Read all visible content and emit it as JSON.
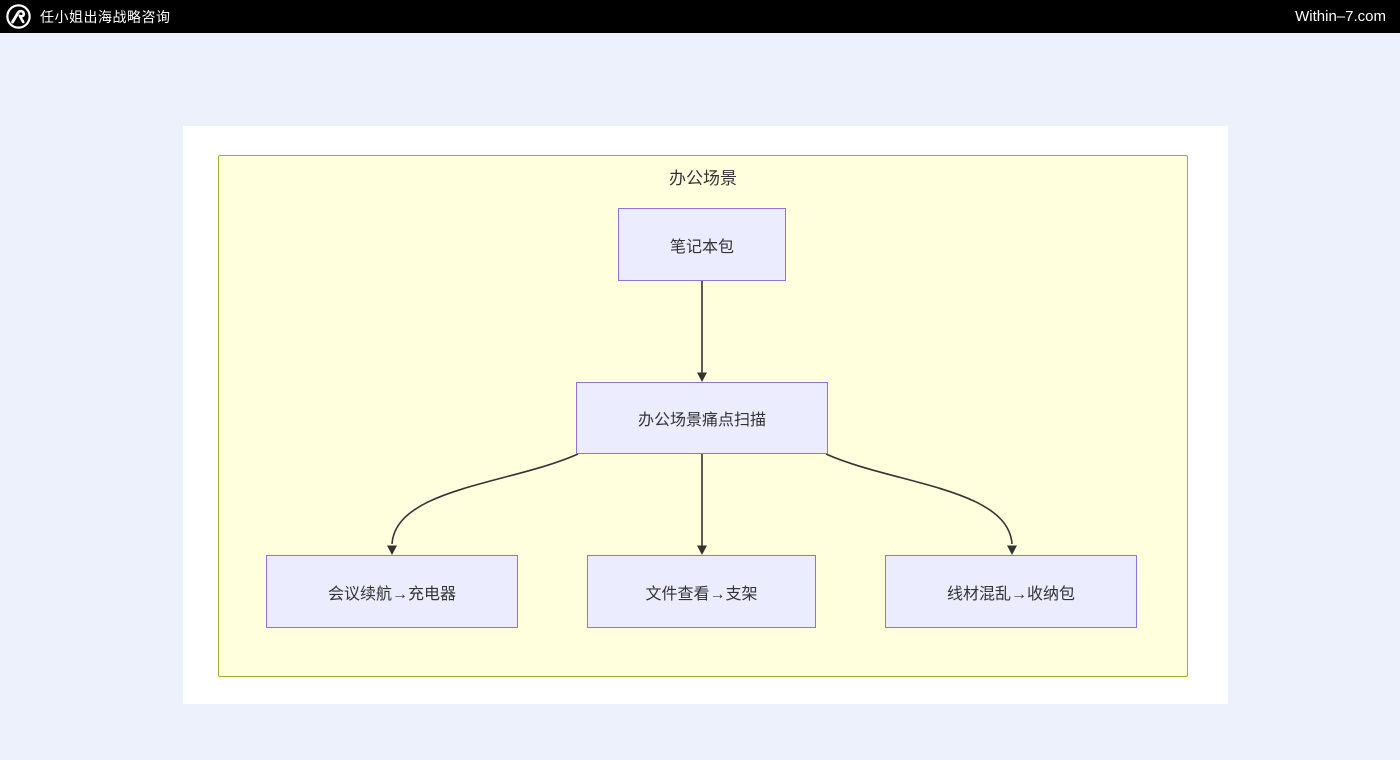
{
  "header": {
    "brand": "任小姐出海战略咨询",
    "domain": "Within–7.com",
    "logo_icon": "circle-peak-logo"
  },
  "diagram": {
    "container_label": "办公场景",
    "nodes": {
      "root": "笔记本包",
      "scan": "办公场景痛点扫描",
      "leaf1": "会议续航→充电器",
      "leaf2": "文件查看→支架",
      "leaf3": "线材混乱→收纳包"
    },
    "edges": [
      {
        "from": "笔记本包",
        "to": "办公场景痛点扫描"
      },
      {
        "from": "办公场景痛点扫描",
        "to": "会议续航→充电器"
      },
      {
        "from": "办公场景痛点扫描",
        "to": "文件查看→支架"
      },
      {
        "from": "办公场景痛点扫描",
        "to": "线材混乱→收纳包"
      }
    ],
    "colors": {
      "page_bg": "#EDF1FC",
      "card_bg": "#FFFFFF",
      "header_bg": "#000000",
      "subgraph_fill": "#FFFFDE",
      "subgraph_border": "#AAAA33",
      "node_fill": "#ECECFF",
      "node_border": "#9370DB",
      "edge": "#333333"
    }
  }
}
